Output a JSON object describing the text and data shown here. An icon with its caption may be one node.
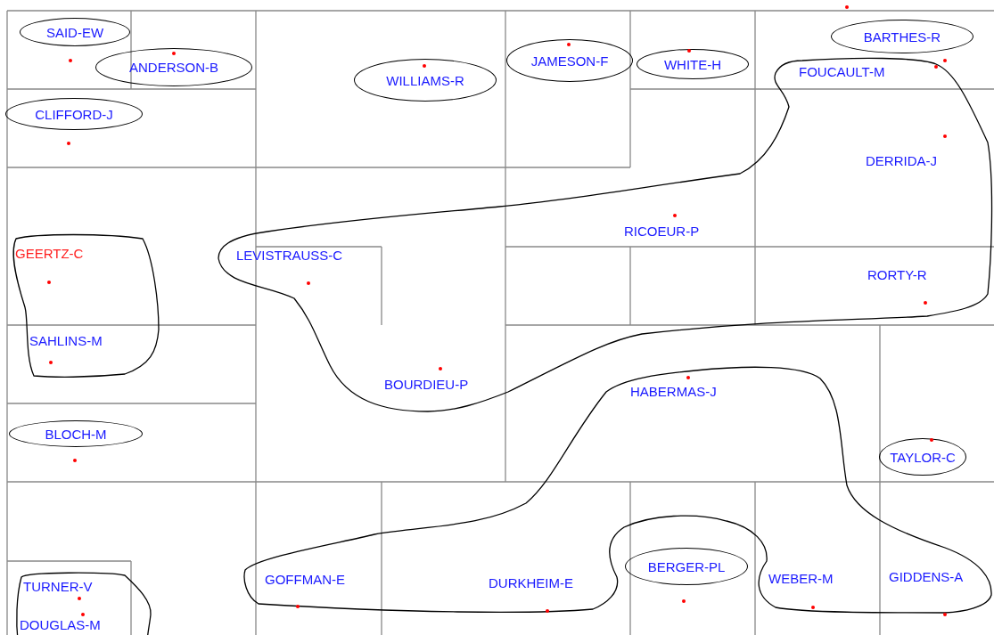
{
  "diagram": {
    "nodes": [
      {
        "text": [
          "SAID-EW"
        ]
      },
      {
        "text": [
          "ANDERSON-B"
        ]
      },
      {
        "text": [
          "BARTHES-R"
        ]
      },
      {
        "text": [
          "JAMESON-F"
        ]
      },
      {
        "text": [
          "WHITE-H"
        ]
      },
      {
        "text": [
          "WILLIAMS-R"
        ]
      },
      {
        "text": [
          "FOUCAULT-M",
          "DERRIDA-J",
          "RICOEUR-P",
          "LEVISTRAUSS-C",
          "RORTY-R",
          "BOURDIEU-P"
        ]
      },
      {
        "text": [
          "CLIFFORD-J"
        ]
      },
      {
        "text": [
          "GEERTZ-C",
          "SAHLINS-M"
        ]
      },
      {
        "text": [
          "HABERMAS-J",
          "GOFFMAN-E",
          "DURKHEIM-E",
          "WEBER-M",
          "GIDDENS-A"
        ]
      },
      {
        "text": [
          "BLOCH-M"
        ]
      },
      {
        "text": [
          "TAYLOR-C"
        ]
      },
      {
        "text": [
          "BERGER-PL"
        ]
      },
      {
        "text": [
          "TURNER-V",
          "DOUGLAS-M"
        ]
      }
    ],
    "edges": []
  }
}
